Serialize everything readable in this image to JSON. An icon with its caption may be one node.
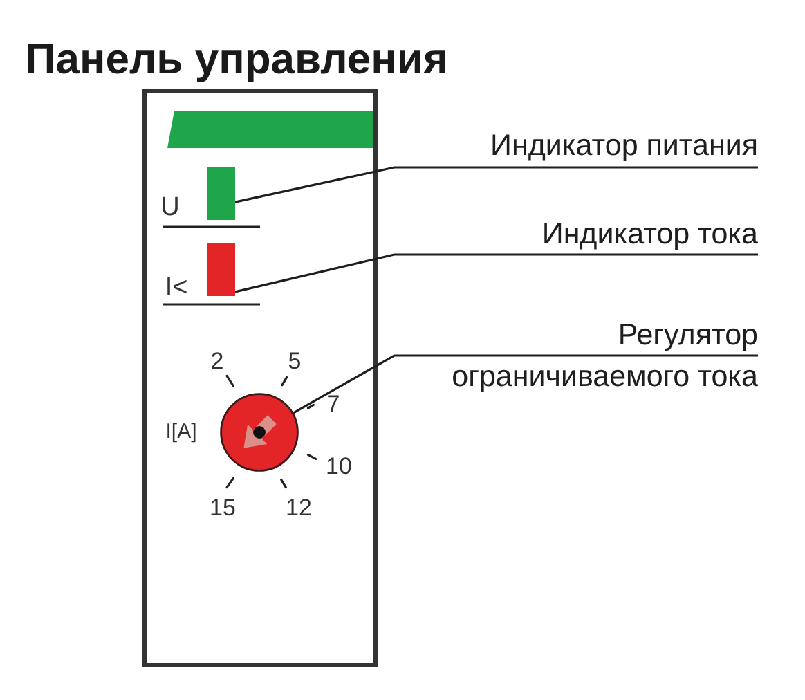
{
  "diagram": {
    "title": "Панель управления",
    "nodes": [
      {
        "text": [
          "Индикатор питания"
        ]
      },
      {
        "text": [],
        "shape": "bar"
      },
      {
        "text": [
          "Индикатор тока"
        ]
      },
      {
        "text": [],
        "shape": "bar"
      },
      {
        "text": [
          "Регулятор ограничиваемого тока"
        ]
      },
      {
        "text": [],
        "shape": "circle"
      }
    ],
    "edges": [
      {
        "from": 0,
        "to": 1,
        "arrow": "none"
      },
      {
        "from": 2,
        "to": 3,
        "arrow": "none"
      },
      {
        "from": 4,
        "to": 5,
        "arrow": "none"
      }
    ],
    "labels": [
      "U",
      "I<",
      "2",
      "5",
      "7",
      "I[A]",
      "10",
      "15",
      "12"
    ]
  }
}
